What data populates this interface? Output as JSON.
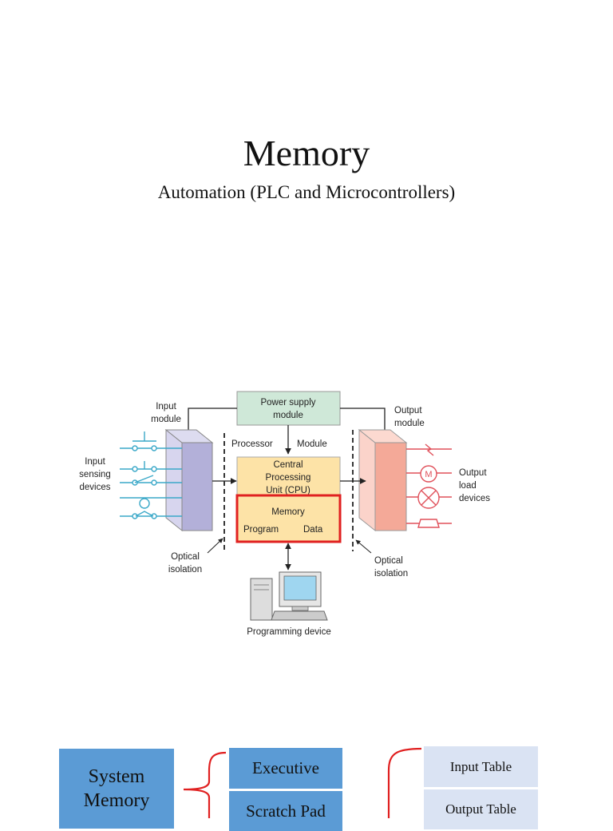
{
  "slide": {
    "title": "Memory",
    "subtitle": "Automation (PLC and Microcontrollers)"
  },
  "diagram": {
    "power_supply": [
      "Power supply",
      "module"
    ],
    "input_module": [
      "Input",
      "module"
    ],
    "output_module": [
      "Output",
      "module"
    ],
    "processor_label": "Processor",
    "module_label": "Module",
    "cpu": [
      "Central",
      "Processing",
      "Unit (CPU)"
    ],
    "memory": "Memory",
    "program": "Program",
    "data": "Data",
    "input_devices": [
      "Input",
      "sensing",
      "devices"
    ],
    "output_devices": [
      "Output",
      "load",
      "devices"
    ],
    "optical_left": [
      "Optical",
      "isolation"
    ],
    "optical_right": [
      "Optical",
      "isolation"
    ],
    "programming_device": "Programming device",
    "motor_symbol": "M"
  },
  "memory_blocks": {
    "system_memory": "System Memory",
    "executive": "Executive",
    "scratch_pad": "Scratch Pad",
    "input_table": "Input Table",
    "output_table": "Output  Table"
  },
  "colors": {
    "power_supply_fill": "#cfe8d8",
    "cpu_fill": "#fde3a7",
    "memory_highlight": "#e02020",
    "input_module_fill": "#b3b0d9",
    "output_module_fill": "#f4a998",
    "input_device_color": "#3aa8c8",
    "output_device_color": "#e0505a",
    "system_block": "#5b9bd5",
    "table_block": "#dae3f3",
    "brace_color": "#e02020"
  }
}
